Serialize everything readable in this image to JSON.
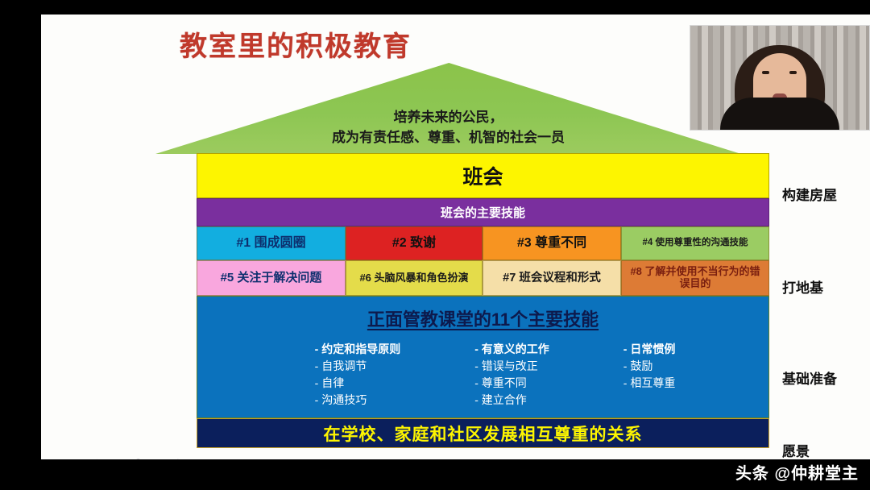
{
  "slide": {
    "title": "教室里的积极教育",
    "roof": {
      "line1": "培养未来的公民，",
      "line2": "成为有责任感、尊重、机智的社会一员"
    },
    "bands": {
      "yellow": "班会",
      "purple": "班会的主要技能",
      "navy": "在学校、家庭和社区发展相互尊重的关系"
    },
    "skills": [
      {
        "label": "#1 围成圆圈",
        "color": "#12aee0"
      },
      {
        "label": "#2 致谢",
        "color": "#dd2222"
      },
      {
        "label": "#3 尊重不同",
        "color": "#f79421"
      },
      {
        "label": "#4 使用尊重性的沟通技能",
        "color": "#9bcc63"
      },
      {
        "label": "#5 关注于解决问题",
        "color": "#f9a7de"
      },
      {
        "label": "#6 头脑风暴和角色扮演",
        "color": "#e4dc4a"
      },
      {
        "label": "#7 班会议程和形式",
        "color": "#f5dfa8"
      },
      {
        "label": "#8 了解并使用不当行为的错误目的",
        "color": "#dd7b35"
      }
    ],
    "blue_block": {
      "heading": "正面管教课堂的11个主要技能",
      "columns": [
        [
          "- 约定和指导原则",
          "- 自我调节",
          "- 自律",
          "- 沟通技巧"
        ],
        [
          "- 有意义的工作",
          "- 错误与改正",
          "- 尊重不同",
          "- 建立合作"
        ],
        [
          "- 日常惯例",
          "- 鼓励",
          "- 相互尊重"
        ]
      ]
    },
    "stages": [
      "构建房屋",
      "打地基",
      "基础准备",
      "愿景"
    ]
  },
  "toolbar": {
    "icons": [
      "pencil-icon",
      "textbox-icon",
      "palette-icon",
      "eraser-icon",
      "cursor-icon",
      "camera-icon"
    ]
  },
  "watermark": "头条 @仲耕堂主",
  "colors": {
    "title": "#c0392b",
    "roof": "#8bc34a",
    "yellow_band": "#fdf500",
    "purple_band": "#7a2f9e",
    "blue_block": "#0b72bd",
    "navy_band": "#0b1f5c",
    "navy_text": "#fdf500"
  }
}
